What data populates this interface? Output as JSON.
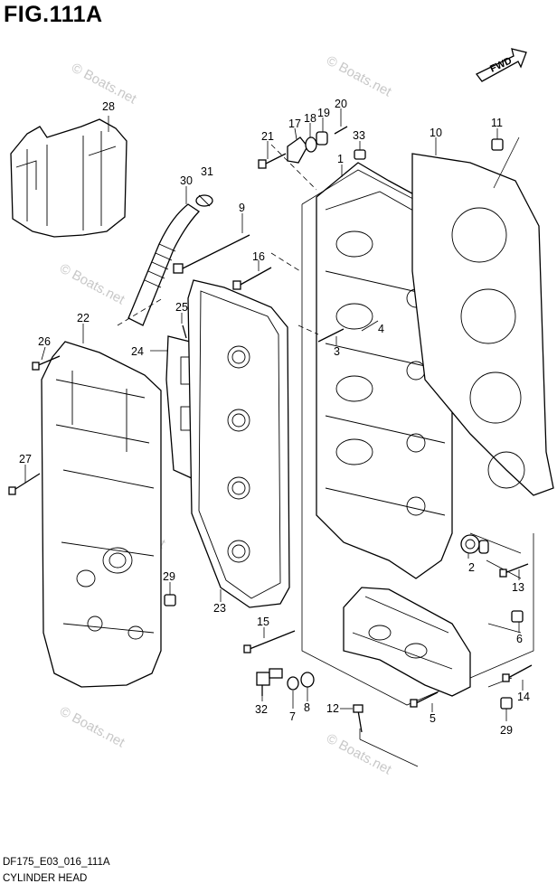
{
  "figure": {
    "title": "FIG.111A",
    "code": "DF175_E03_016_111A",
    "name": "CYLINDER HEAD",
    "fwd": "FWD"
  },
  "watermark": "© Boats.net",
  "labels": [
    {
      "id": "1",
      "text": "1"
    },
    {
      "id": "2",
      "text": "2"
    },
    {
      "id": "3",
      "text": "3"
    },
    {
      "id": "4",
      "text": "4"
    },
    {
      "id": "5",
      "text": "5"
    },
    {
      "id": "6",
      "text": "6"
    },
    {
      "id": "7",
      "text": "7"
    },
    {
      "id": "8",
      "text": "8"
    },
    {
      "id": "9",
      "text": "9"
    },
    {
      "id": "10",
      "text": "10"
    },
    {
      "id": "11",
      "text": "11"
    },
    {
      "id": "12",
      "text": "12"
    },
    {
      "id": "13",
      "text": "13"
    },
    {
      "id": "14",
      "text": "14"
    },
    {
      "id": "15",
      "text": "15"
    },
    {
      "id": "16",
      "text": "16"
    },
    {
      "id": "17",
      "text": "17"
    },
    {
      "id": "18",
      "text": "18"
    },
    {
      "id": "19",
      "text": "19"
    },
    {
      "id": "20",
      "text": "20"
    },
    {
      "id": "21",
      "text": "21"
    },
    {
      "id": "22",
      "text": "22"
    },
    {
      "id": "23",
      "text": "23"
    },
    {
      "id": "24",
      "text": "24"
    },
    {
      "id": "25",
      "text": "25"
    },
    {
      "id": "26",
      "text": "26"
    },
    {
      "id": "27",
      "text": "27"
    },
    {
      "id": "28",
      "text": "28"
    },
    {
      "id": "29a",
      "text": "29"
    },
    {
      "id": "29b",
      "text": "29"
    },
    {
      "id": "30",
      "text": "30"
    },
    {
      "id": "31",
      "text": "31"
    },
    {
      "id": "32",
      "text": "32"
    },
    {
      "id": "33",
      "text": "33"
    }
  ]
}
